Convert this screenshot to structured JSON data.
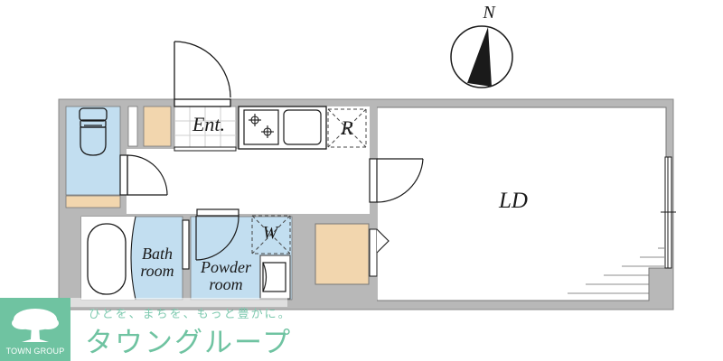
{
  "floor_plan": {
    "rooms": [
      {
        "id": "entrance",
        "label": "Ent."
      },
      {
        "id": "refrigerator",
        "label": "R"
      },
      {
        "id": "living-dining",
        "label": "LD"
      },
      {
        "id": "bathroom",
        "label_line1": "Bath",
        "label_line2": "room"
      },
      {
        "id": "powder-room",
        "label_line1": "Powder",
        "label_line2": "room"
      },
      {
        "id": "washer",
        "label": "W"
      }
    ],
    "compass": {
      "label": "N"
    },
    "colors": {
      "wall": "#b8b8b8",
      "wet_area": "#c2def0",
      "storage": "#f2d6ae",
      "line": "#1a1a1a"
    }
  },
  "branding": {
    "logo_text": "TOWN GROUP",
    "tagline": "ひとを、まちを、もっと豊かに。",
    "brand_name": "タウングループ",
    "logo_color": "#6fc3a1"
  }
}
